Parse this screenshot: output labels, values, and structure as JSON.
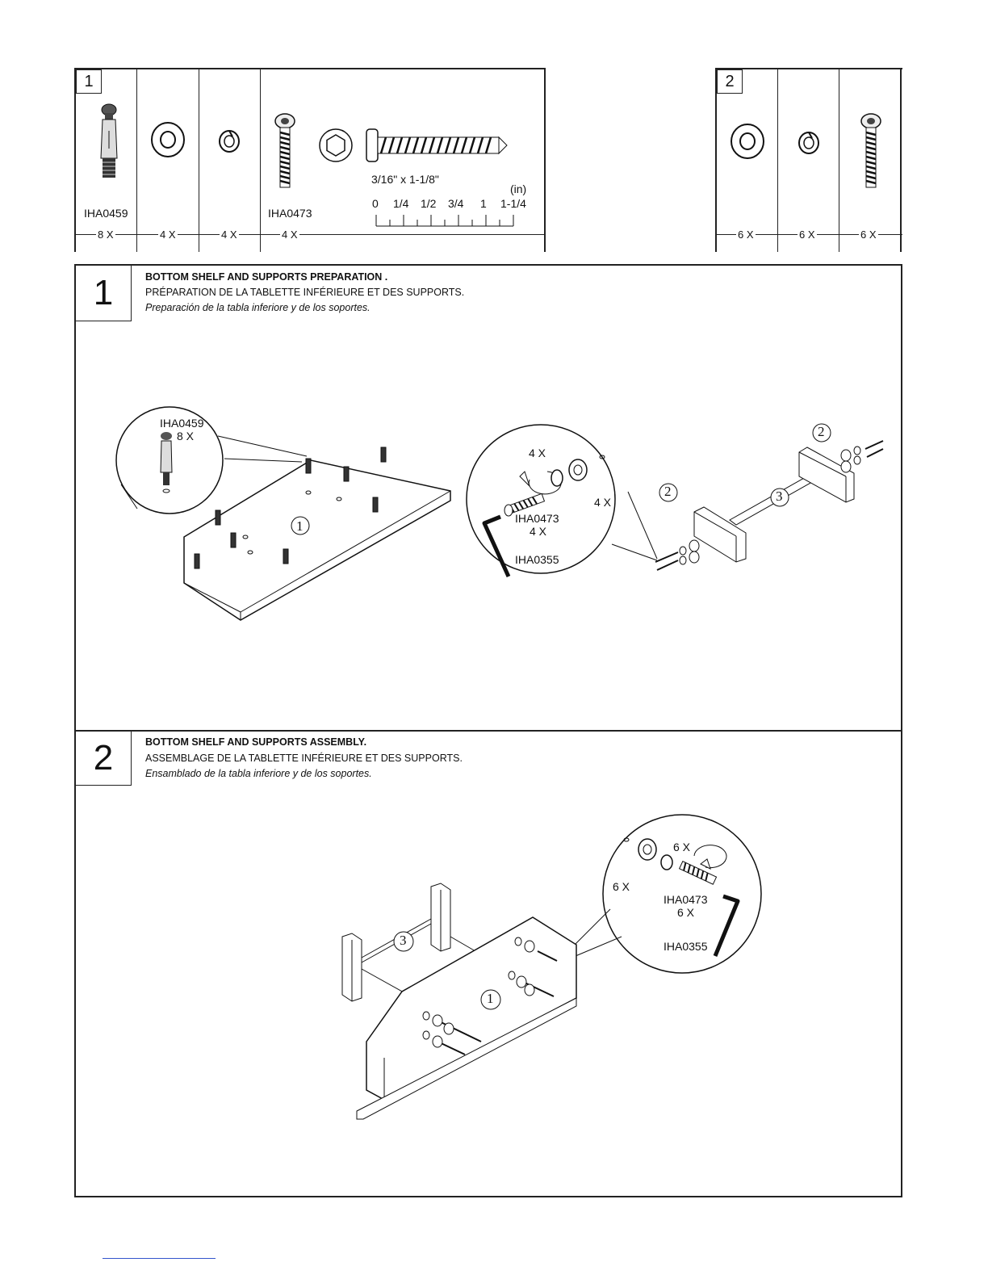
{
  "parts_panel_1": {
    "number": "1",
    "part_a_code": "IHA0459",
    "part_a_qty": "8 X",
    "part_b_qty": "4 X",
    "part_c_qty": "4 X",
    "part_d_code": "IHA0473",
    "part_d_qty": "4 X",
    "screw_size": "3/16\" x 1-1/8\"",
    "ruler_unit": "(in)",
    "ruler_ticks": [
      "0",
      "1/4",
      "1/2",
      "3/4",
      "1",
      "1-1/4"
    ]
  },
  "parts_panel_2": {
    "number": "2",
    "part_a_qty": "6 X",
    "part_b_qty": "6 X",
    "part_c_qty": "6 X"
  },
  "step1": {
    "number": "1",
    "title_en": "BOTTOM SHELF AND SUPPORTS PREPARATION .",
    "title_fr": "PRÉPARATION DE LA TABLETTE INFÉRIEURE ET DES SUPPORTS.",
    "title_es": "Preparación de la tabla inferiore y de los soportes.",
    "cam_code": "IHA0459",
    "cam_qty": "8 X",
    "shelf_label": "1",
    "washer_qty": "4 X",
    "bolt_code": "IHA0473",
    "bolt_qty": "4 X",
    "wrench_code": "IHA0355",
    "side_qty": "4 X",
    "support_label_a": "2",
    "support_label_b": "2",
    "rail_label": "3"
  },
  "step2": {
    "number": "2",
    "title_en": "BOTTOM SHELF AND SUPPORTS ASSEMBLY.",
    "title_fr": "ASSEMBLAGE DE LA TABLETTE INFÉRIEURE ET DES SUPPORTS.",
    "title_es": "Ensamblado de la tabla inferiore y de los soportes.",
    "washer_qty": "6 X",
    "side_qty": "6 X",
    "bolt_code": "IHA0473",
    "bolt_qty": "6 X",
    "wrench_code": "IHA0355",
    "rail_label": "3",
    "shelf_label": "1"
  }
}
